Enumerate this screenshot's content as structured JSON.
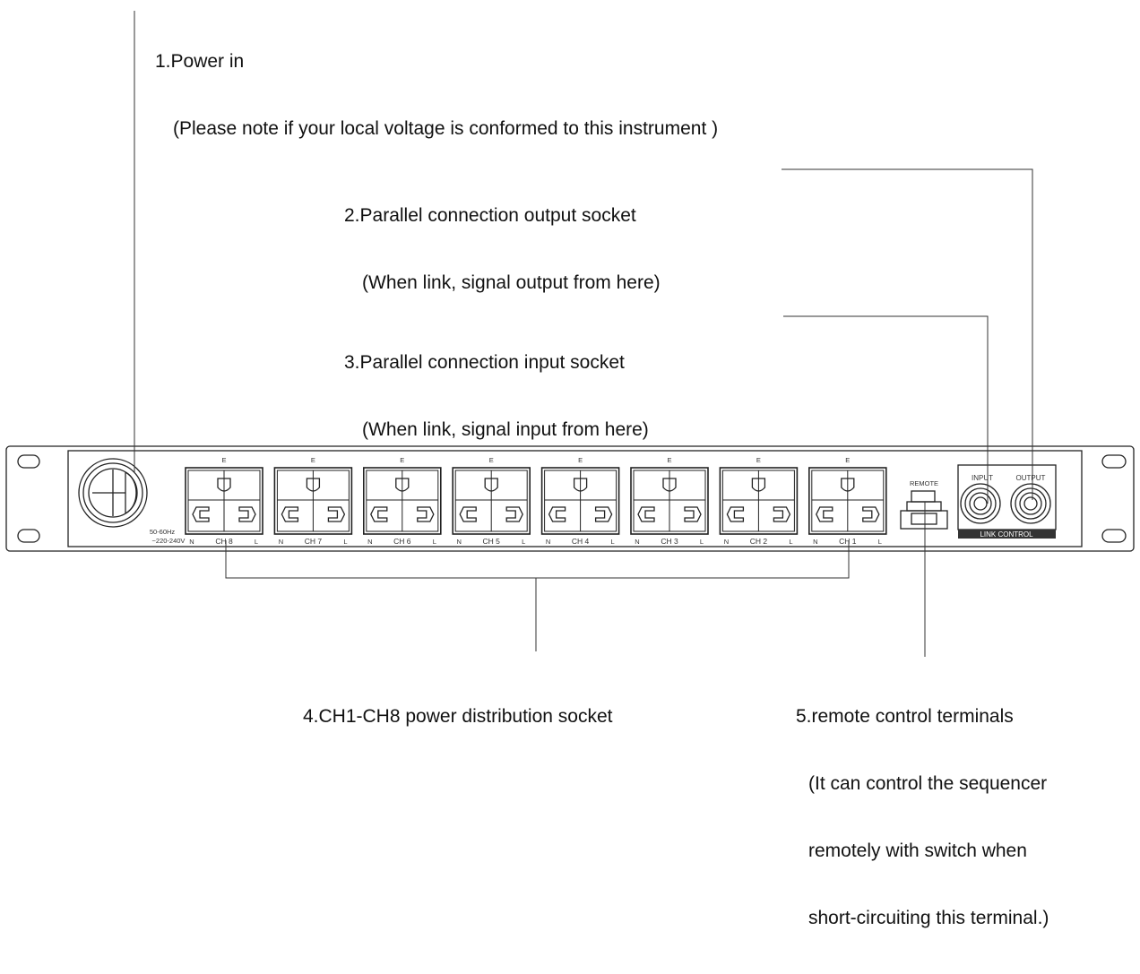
{
  "callouts": {
    "power_in": {
      "title": "1.Power in",
      "note": "(Please note if your local voltage is conformed to this instrument )"
    },
    "output_socket": {
      "title": "2.Parallel connection output socket",
      "note": "(When link, signal output from here)"
    },
    "input_socket": {
      "title": "3.Parallel connection input socket",
      "note": "(When link, signal input from here)"
    },
    "distribution": {
      "title": "4.CH1-CH8 power distribution socket"
    },
    "remote": {
      "title": "5.remote control terminals",
      "note1": "(It can control the sequencer",
      "note2": "remotely with switch when",
      "note3": "short-circuiting this terminal.)"
    }
  },
  "panel": {
    "power_rating_1": "50-60Hz",
    "power_rating_2": "~220-240V",
    "socket_earth_label": "E",
    "socket_neutral_label": "N",
    "socket_live_label": "L",
    "channels": [
      "CH 8",
      "CH 7",
      "CH 6",
      "CH 5",
      "CH 4",
      "CH 3",
      "CH 2",
      "CH 1"
    ],
    "remote_label": "REMOTE",
    "input_label": "INPUT",
    "output_label": "OUTPUT",
    "link_control_label": "LINK CONTROL"
  },
  "colors": {
    "line": "#222222",
    "leader": "#333333",
    "link_bar": "#333333",
    "background": "#ffffff"
  }
}
